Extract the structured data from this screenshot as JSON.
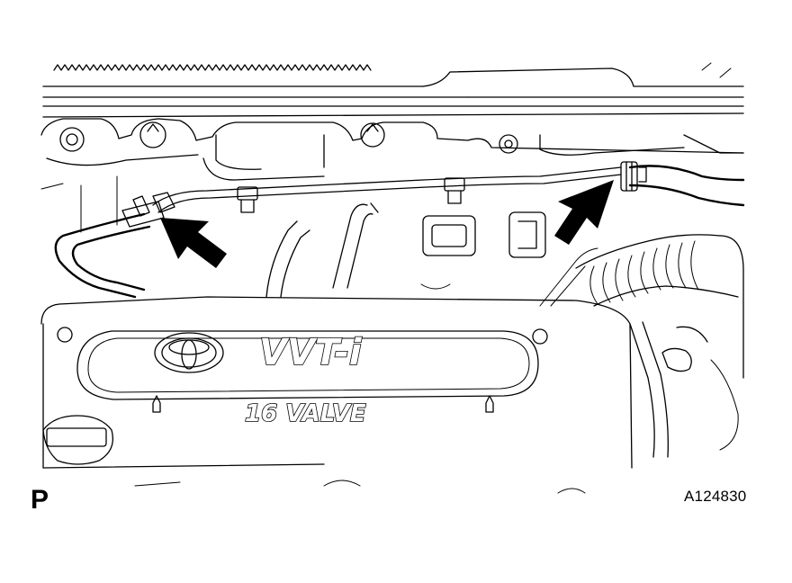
{
  "figure": {
    "view_letter": "P",
    "figure_id": "A124830"
  },
  "cover": {
    "logo_text": "VVT-i",
    "valve_text": "16 VALVE"
  },
  "callouts": [
    {
      "icon": "arrow-icon",
      "target": "left hose clamp"
    },
    {
      "icon": "arrow-icon",
      "target": "right hose clamp"
    }
  ]
}
